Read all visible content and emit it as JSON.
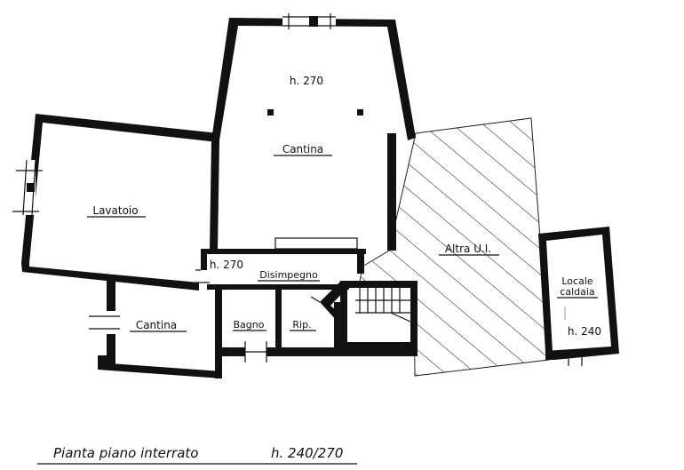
{
  "plan": {
    "rooms": {
      "cantina_top": {
        "name": "Cantina",
        "height": "h. 270"
      },
      "lavatoio": {
        "name": "Lavatoio"
      },
      "disimpegno": {
        "name": "Disimpegno",
        "height": "h. 270"
      },
      "cantina_bottom": {
        "name": "Cantina"
      },
      "bagno": {
        "name": "Bagno"
      },
      "ripostiglio": {
        "name": "Rip."
      },
      "altra_ui": {
        "name": "Altra U.I."
      },
      "locale_caldaia": {
        "name_line1": "Locale",
        "name_line2": "caldaia",
        "height": "h. 240"
      }
    },
    "caption": {
      "title": "Pianta piano interrato",
      "height": "h. 240/270"
    }
  },
  "colors": {
    "ink": "#111111",
    "paper": "#ffffff",
    "hatch": "#222222"
  }
}
